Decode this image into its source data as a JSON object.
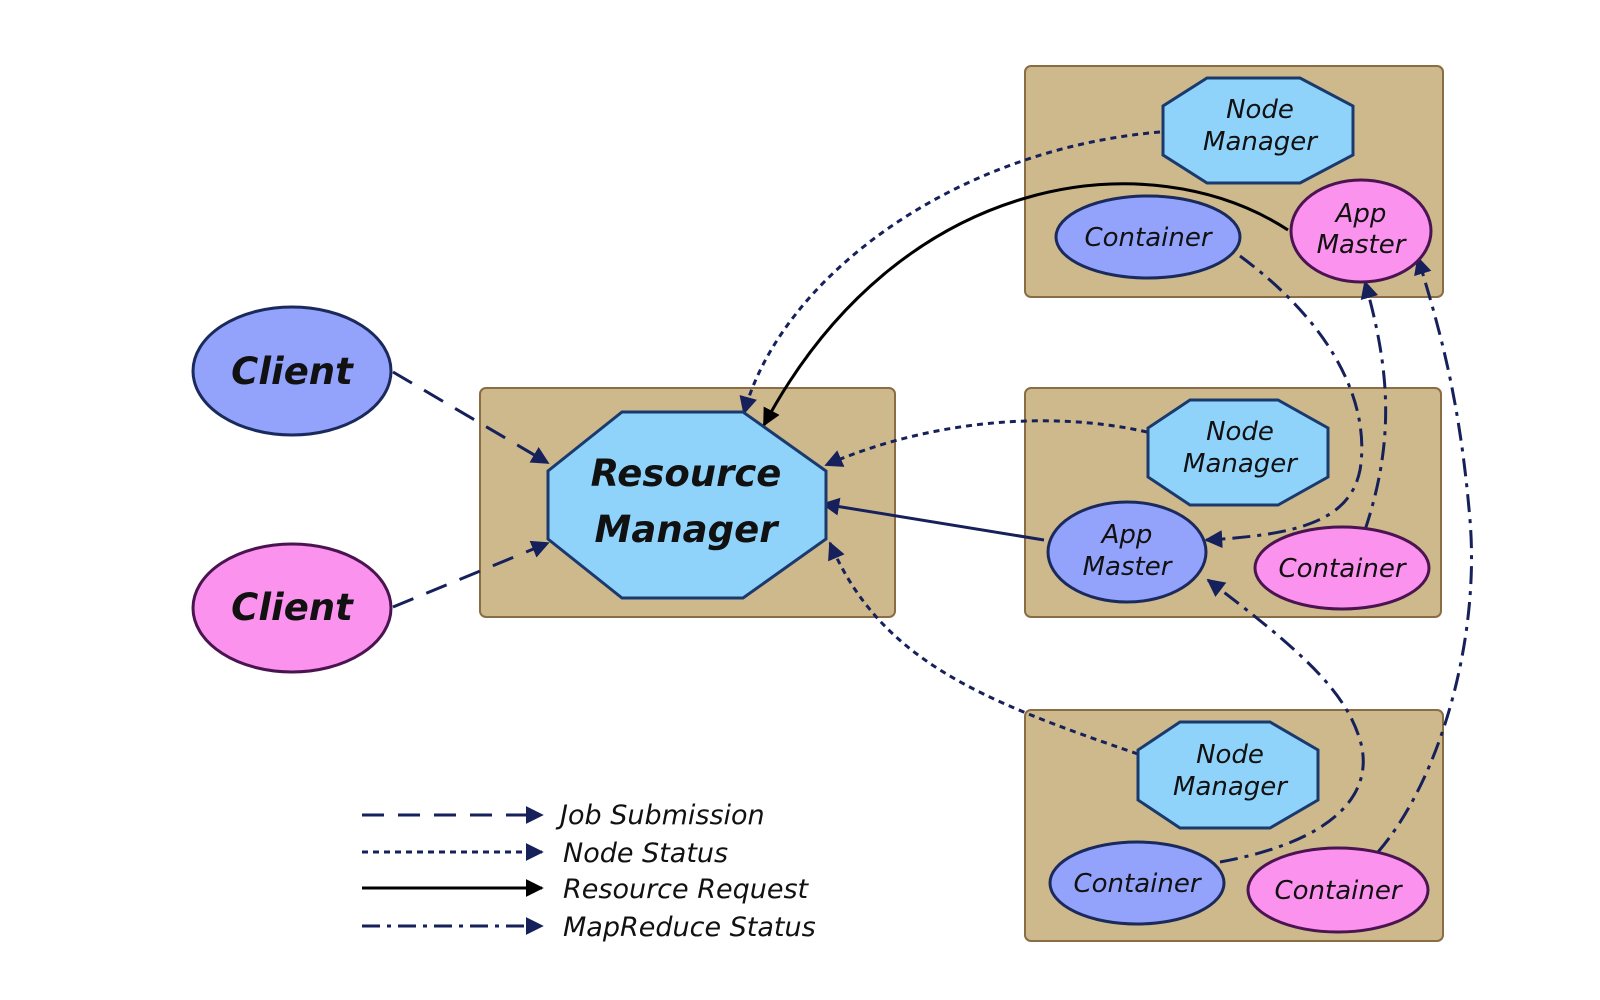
{
  "nodes": {
    "client_1": "Client",
    "client_2": "Client",
    "resource_manager": [
      "Resource",
      "Manager"
    ],
    "node_manager_1": [
      "Node",
      "Manager"
    ],
    "node_manager_2": [
      "Node",
      "Manager"
    ],
    "node_manager_3": [
      "Node",
      "Manager"
    ],
    "app_master_1": [
      "App",
      "Master"
    ],
    "app_master_2": [
      "App",
      "Master"
    ],
    "container_1": "Container",
    "container_2": "Container",
    "container_3": "Container",
    "container_4": "Container"
  },
  "legend": [
    {
      "label": "Job Submission",
      "style": "dashed"
    },
    {
      "label": "Node Status",
      "style": "dotted"
    },
    {
      "label": "Resource Request",
      "style": "solid"
    },
    {
      "label": "MapReduce Status",
      "style": "dash-dot"
    }
  ],
  "colors": {
    "host_box": "#cdb98c",
    "manager_fill": "#8fd3fb",
    "blue_node": "#93a3fc",
    "pink_node": "#fb92ee",
    "arrow": "#16205a"
  }
}
